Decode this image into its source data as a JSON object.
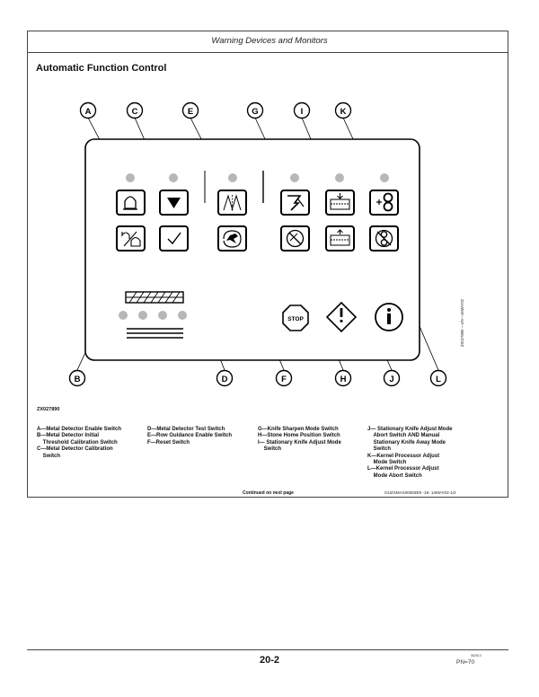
{
  "header": {
    "title": "Warning Devices and Monitors"
  },
  "section": {
    "title": "Automatic Function Control"
  },
  "diagram": {
    "callouts_top": [
      "A",
      "C",
      "E",
      "G",
      "I",
      "K"
    ],
    "callouts_bottom": [
      "B",
      "D",
      "F",
      "H",
      "J",
      "L"
    ],
    "stop_label": "STOP",
    "figure_id": "ZX027890",
    "side_id": "ZX027890 —UN—18MAY02"
  },
  "legend": {
    "col1": [
      "A—Metal Detector Enable Switch",
      "B—Metal Detector Initial",
      "    Threshold Calibration Switch",
      "C—Metal Detector Calibration",
      "    Switch"
    ],
    "col2": [
      "D—Metal Detector Test Switch",
      "E—Row Guidance Enable Switch",
      "F—Reset Switch"
    ],
    "col3": [
      "G—Knife Sharpen Mode Switch",
      "H—Stone Home Position Switch",
      "I— Stationary Knife Adjust Mode",
      "    Switch"
    ],
    "col4": [
      "J— Stationary Knife Adjust Mode",
      "    Abort Switch AND Manual",
      "    Stationary Knife Away Mode",
      "    Switch",
      "K—Kernel Processor Adjust",
      "    Mode Switch",
      "L—Kernel Processor Adjust",
      "    Mode Abort Switch"
    ]
  },
  "footer": {
    "continued": "Continued on next page",
    "doc_id": "OUZXMAX00003E9 -19- 14MAY02-1/2",
    "page_number": "20-2",
    "tiny_code": "062613",
    "pn": "PN=70"
  }
}
